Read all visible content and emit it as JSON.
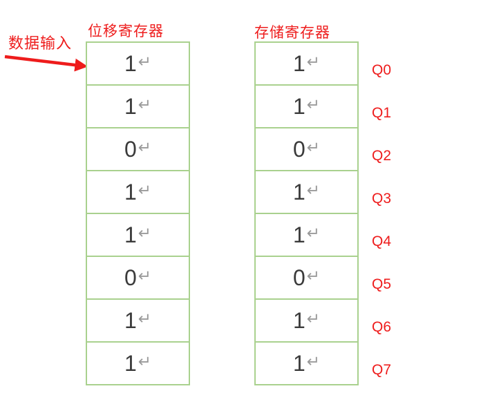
{
  "annotations": {
    "data_input": "数据输入"
  },
  "shift_register": {
    "title": "位移寄存器",
    "cells": [
      "1",
      "1",
      "0",
      "1",
      "1",
      "0",
      "1",
      "1"
    ]
  },
  "storage_register": {
    "title": "存储寄存器",
    "cells": [
      "1",
      "1",
      "0",
      "1",
      "1",
      "0",
      "1",
      "1"
    ]
  },
  "output_labels": [
    "Q0",
    "Q1",
    "Q2",
    "Q3",
    "Q4",
    "Q5",
    "Q6",
    "Q7"
  ],
  "glyphs": {
    "return_mark": "↵"
  },
  "colors": {
    "red": "#ee1c1c",
    "green": "#a9d18e",
    "gray": "#9a9a9a",
    "ink": "#3b3b3b"
  }
}
